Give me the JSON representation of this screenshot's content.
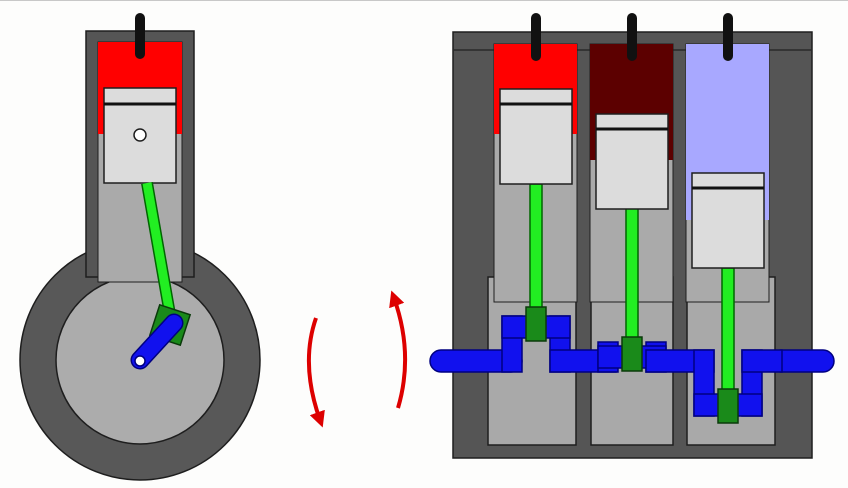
{
  "colors": {
    "block": "#555555",
    "block_stroke": "#2a2a2a",
    "cylinder_bore": "#aaaaaa",
    "crankcase": "#a9a9a9",
    "flywheel_outer": "#585858",
    "flywheel_inner": "#acacac",
    "piston": "#dcdcdc",
    "ring": "#111111",
    "rod": "#22ee22",
    "rod_stroke": "#006600",
    "bearing": "#1a8a1a",
    "crank": "#1111ee",
    "crank_stroke": "#000080",
    "spark_plug": "#111111",
    "arrow": "#dd0000"
  },
  "single_engine": {
    "chamber_color": "#ff0000",
    "piston_position": 0.0,
    "crank_angle_deg": 40
  },
  "multi_engine": {
    "cylinders": [
      {
        "chamber_color": "#ff0000",
        "piston_position": 0.0
      },
      {
        "chamber_color": "#5c0000",
        "piston_position": 0.3
      },
      {
        "chamber_color": "#a8a8ff",
        "piston_position": 1.0
      }
    ]
  },
  "rotation_arrows": [
    {
      "icon": "rotation-arrow-down-icon",
      "direction": "down"
    },
    {
      "icon": "rotation-arrow-up-icon",
      "direction": "up"
    }
  ]
}
